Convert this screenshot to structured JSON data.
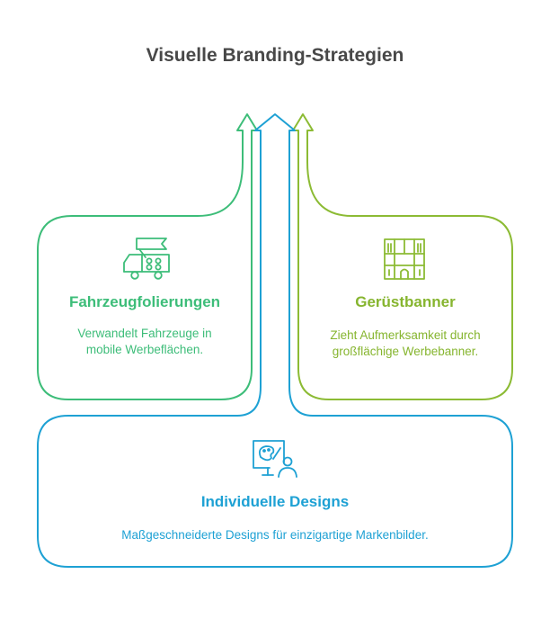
{
  "title": "Visuelle Branding-Strategien",
  "cards": [
    {
      "title": "Fahrzeugfolierungen",
      "description": "Verwandelt Fahrzeuge in mobile Werbeflächen.",
      "color": "#3dbd79",
      "icon": "vehicle-icon"
    },
    {
      "title": "Gerüstbanner",
      "description": "Zieht Aufmerksamkeit durch großflächige Werbebanner.",
      "color": "#8cbb34",
      "icon": "scaffold-building-icon"
    },
    {
      "title": "Individuelle Designs",
      "description": "Maßgeschneiderte Designs für einzigartige Markenbilder.",
      "color": "#1ea1d4",
      "icon": "designer-screen-icon"
    }
  ]
}
